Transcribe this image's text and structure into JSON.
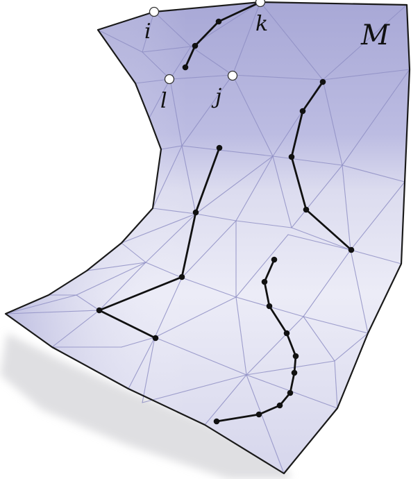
{
  "figure": {
    "manifold_label": "M",
    "vertex_labels": [
      "i",
      "k",
      "l",
      "j"
    ],
    "colors": {
      "surface_top": "#aaaad8",
      "surface_bottom": "#f6f6fc",
      "mesh_edge": "#8f8fc4",
      "boundary": "#1a1a1a",
      "curve": "#111111",
      "marked_vertex_fill": "#ffffff",
      "shadow": "#d2d2d6"
    },
    "curve_count": 4,
    "marked_vertex_count": 4
  }
}
